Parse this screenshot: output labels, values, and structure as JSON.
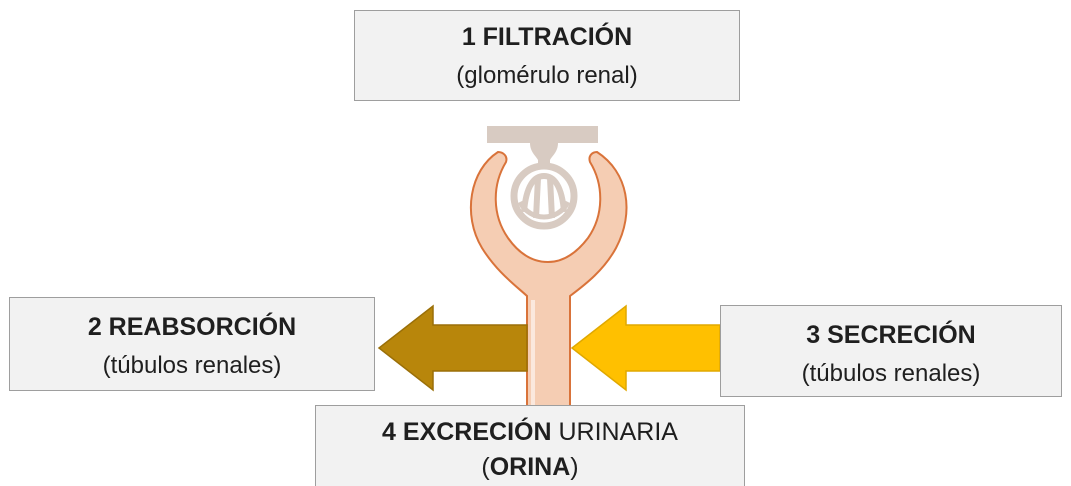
{
  "steps": {
    "filtracion": {
      "title": "1 FILTRACIÓN",
      "subtitle": "(glomérulo renal)"
    },
    "reabsorcion": {
      "title": "2 REABSORCIÓN",
      "subtitle": "(túbulos renales)"
    },
    "secrecion": {
      "title": "3 SECRECIÓN",
      "subtitle": "(túbulos renales)"
    },
    "excrecion": {
      "title_bold": "4 EXCRECIÓN",
      "title_rest": " URINARIA",
      "paren_open": "(",
      "product": "ORINA",
      "paren_close": ")"
    }
  },
  "colors": {
    "box_fill": "#f2f2f2",
    "box_border": "#9e9e9e",
    "tubule_fill": "#f5cdb3",
    "tubule_outline": "#d9733a",
    "glomerulus": "#d8cbc2",
    "reabsorption_arrow": "#b8860b",
    "secretion_arrow": "#ffc000"
  },
  "icons": {
    "tubule": "nephron-tubule-icon",
    "glomerulus": "glomerulus-icon",
    "arrow_left_reabsorption": "arrow-left-icon",
    "arrow_left_secretion": "arrow-left-icon"
  }
}
